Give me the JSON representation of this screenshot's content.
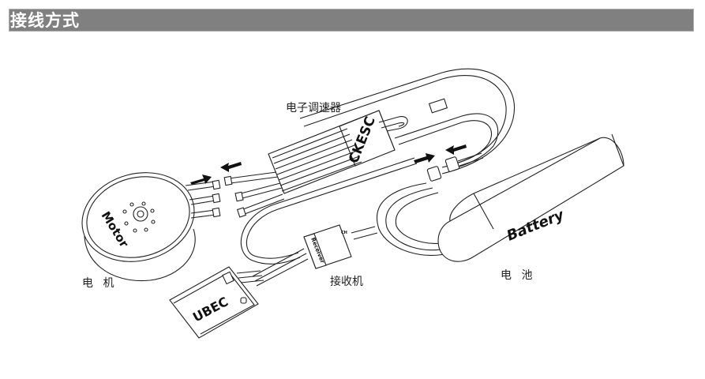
{
  "header": {
    "title": "接线方式",
    "bar_color": "#808080"
  },
  "diagram": {
    "components": {
      "esc": {
        "label": "电子调速器",
        "brand": "CKESC"
      },
      "motor": {
        "label": "电 机",
        "brand": "Motor"
      },
      "receiver": {
        "label": "接收机",
        "brand": "Receiver",
        "tag": "CH"
      },
      "battery": {
        "label": "电 池",
        "brand": "Battery"
      },
      "ubec": {
        "brand": "UBEC"
      }
    },
    "arrows": [
      {
        "name": "motor-to-esc",
        "direction": "right"
      },
      {
        "name": "esc-to-motor",
        "direction": "left"
      },
      {
        "name": "esc-to-battery",
        "direction": "right"
      },
      {
        "name": "battery-to-esc",
        "direction": "left"
      }
    ]
  }
}
